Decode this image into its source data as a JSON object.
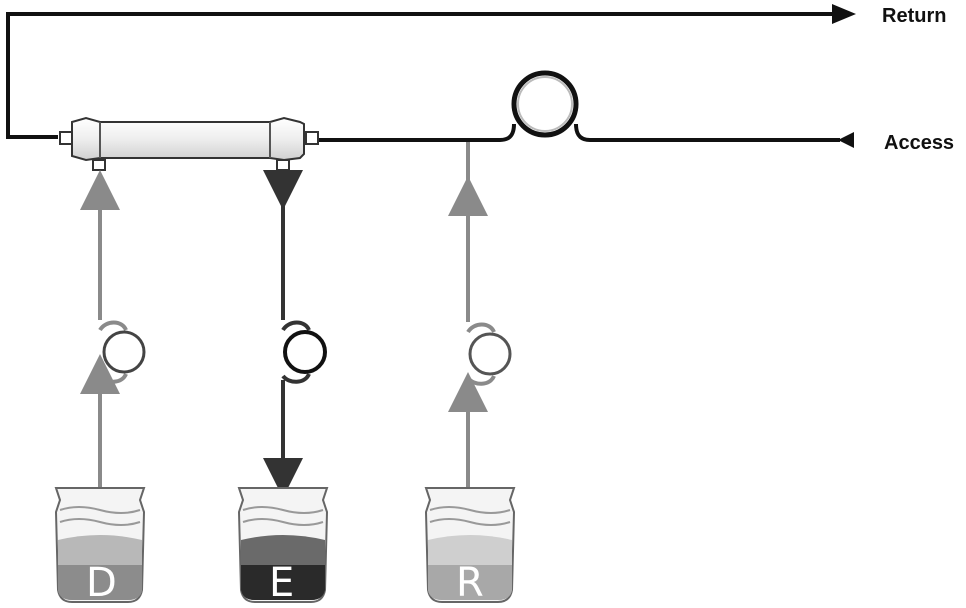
{
  "labels": {
    "return": "Return",
    "access": "Access"
  },
  "bags": [
    {
      "letter": "D",
      "fill_color": "#b8b8b8",
      "bottom_color": "#8c8c8c"
    },
    {
      "letter": "E",
      "fill_color": "#6a6a6a",
      "bottom_color": "#2a2a2a"
    },
    {
      "letter": "R",
      "fill_color": "#cfcfcf",
      "bottom_color": "#a8a8a8"
    }
  ],
  "colors": {
    "main_line": "#111111",
    "gray_line": "#8a8a8a",
    "dark_line": "#333333"
  }
}
